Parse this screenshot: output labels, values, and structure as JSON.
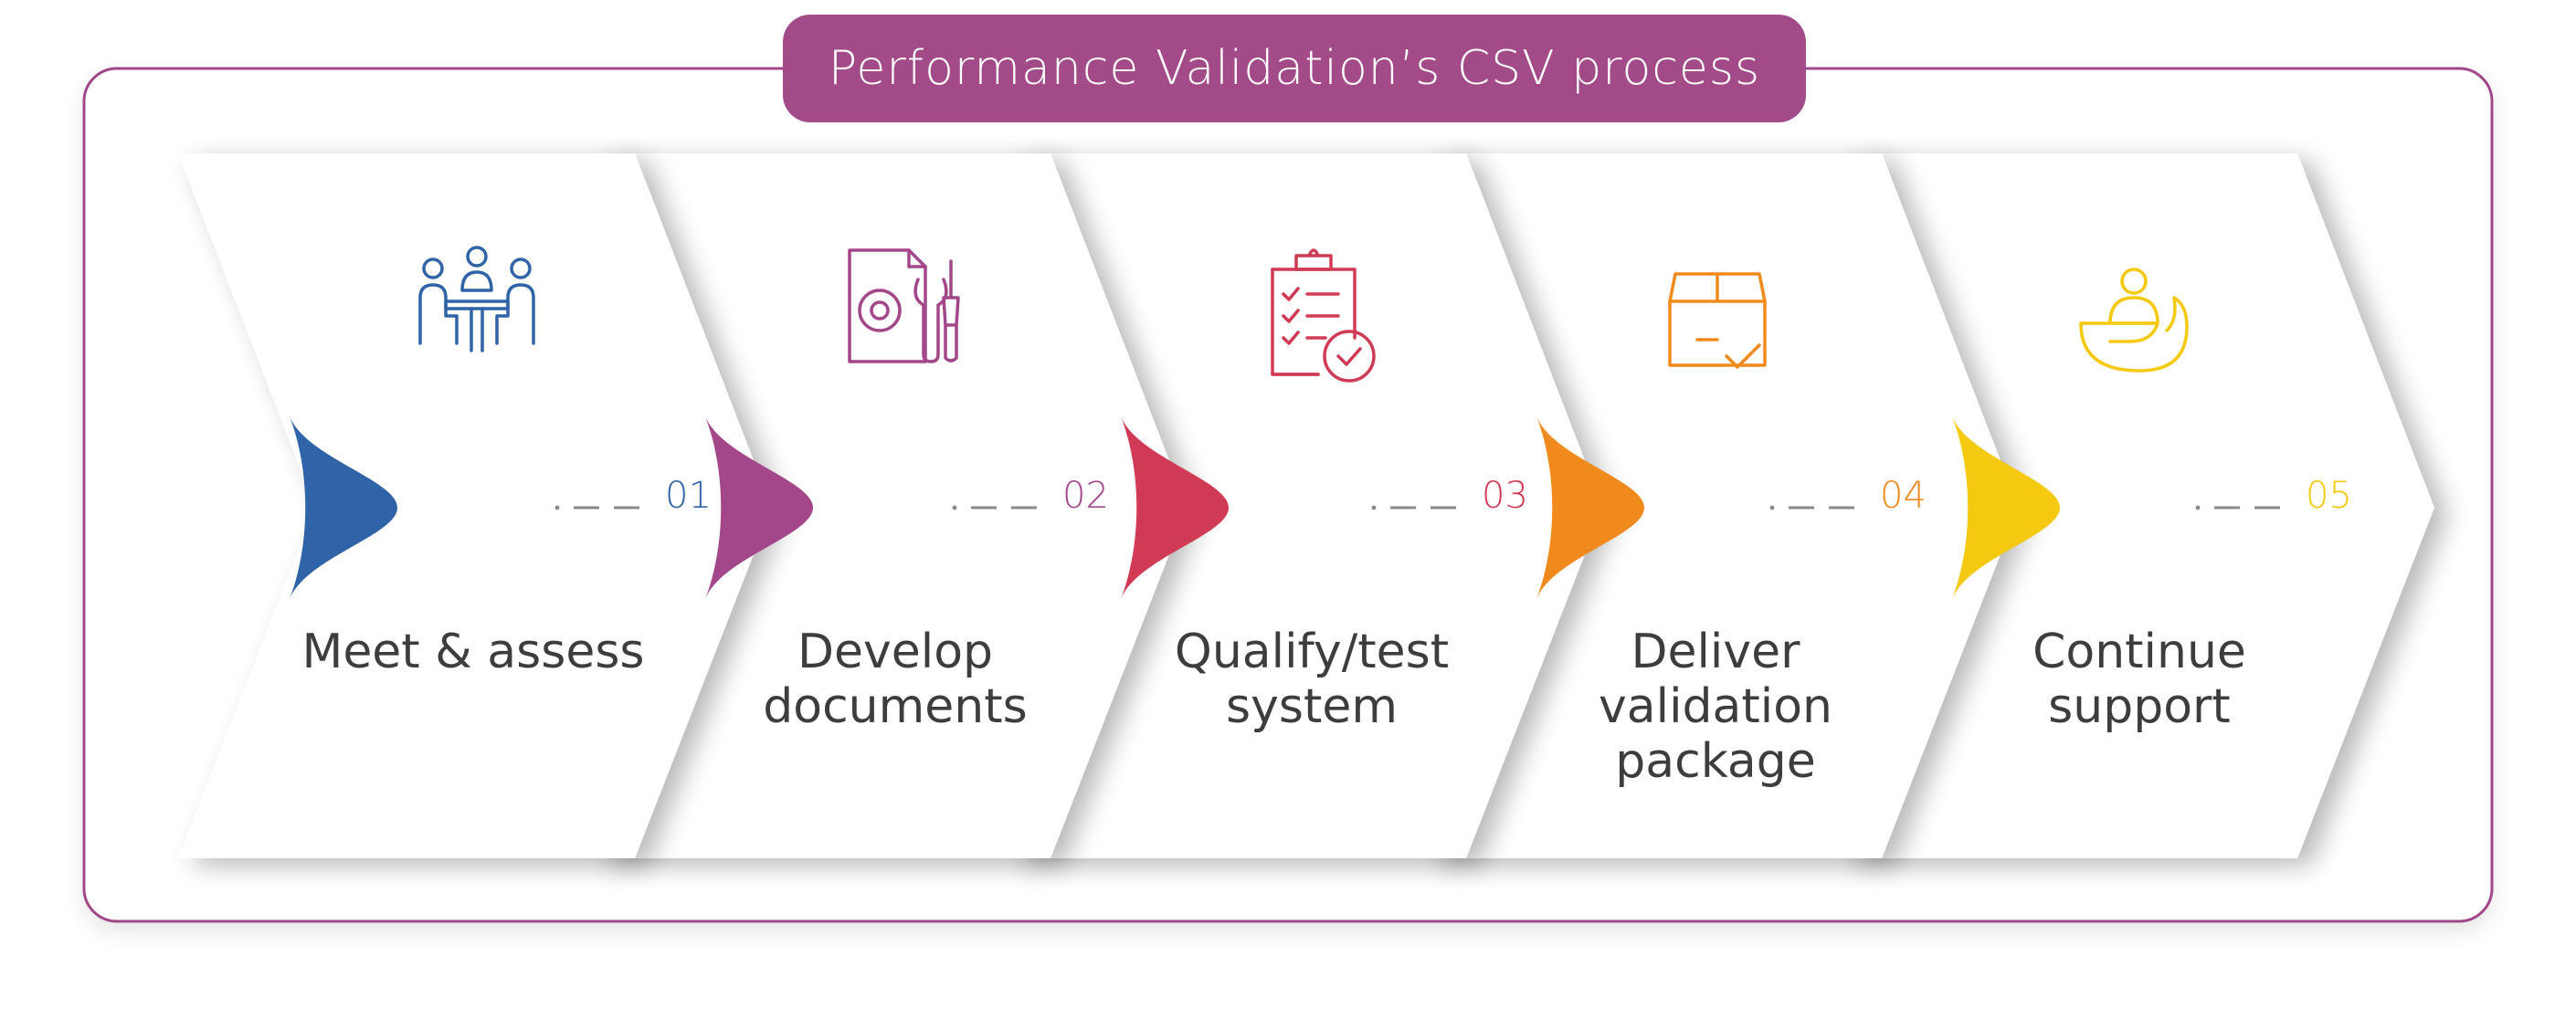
{
  "title": "Performance Validation’s CSV process",
  "colors": {
    "frame": "#a3468a",
    "title_bg": "#a34a88",
    "label": "#3d3d3d",
    "dash": "#8a8a8a"
  },
  "steps": [
    {
      "number": "01",
      "line1": "Meet & assess",
      "line2": "",
      "line3": "",
      "color": "#2f64a8",
      "icon": "meeting-people-icon"
    },
    {
      "number": "02",
      "line1": "Develop",
      "line2": "documents",
      "line3": "",
      "color": "#a3468a",
      "icon": "document-tools-icon"
    },
    {
      "number": "03",
      "line1": "Qualify/test",
      "line2": "system",
      "line3": "",
      "color": "#d13a55",
      "icon": "clipboard-check-icon"
    },
    {
      "number": "04",
      "line1": "Deliver",
      "line2": "validation",
      "line3": "package",
      "color": "#f08a1c",
      "icon": "package-check-icon"
    },
    {
      "number": "05",
      "line1": "Continue",
      "line2": "support",
      "line3": "",
      "color": "#f5c90f",
      "icon": "hand-support-icon"
    }
  ]
}
